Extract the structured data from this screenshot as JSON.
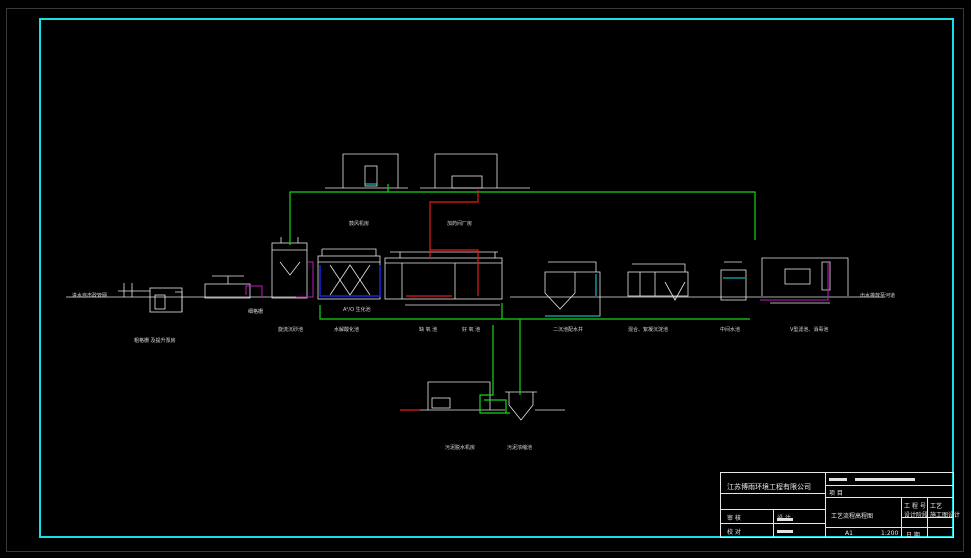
{
  "drawing": {
    "title": "工艺流程高程图",
    "company": "江苏博雨环境工程有限公司"
  },
  "units": {
    "u1": "粗格栅 及提升泵房",
    "u2": "细格栅",
    "u3": "旋流沉砂池",
    "u4": "水解酸化池",
    "u5": "A²/O 生化池",
    "u6": "缺 氧 池",
    "u7": "好 氧 池",
    "u8": "二沉池配水井",
    "u9": "混合、絮凝沉淀池",
    "u10": "中间水池",
    "u11": "V型滤池、消毒池",
    "u12": "鼓风机房",
    "u13": "加药间厂房",
    "u14": "污泥脱水机房",
    "u15": "污泥浓缩池",
    "inlet": "进水自市政管网",
    "outlet": "出水排放至河道"
  },
  "title_block": {
    "approve": "审 核",
    "design": "设 计",
    "check": "校 对",
    "drawing_no": "工 程 号",
    "stage": "施工图设计",
    "scale": "1:200",
    "sheet": "A1",
    "date": "日 期",
    "project": "项 目",
    "phase": "设计阶段",
    "discipline": "工艺"
  },
  "colors": {
    "frame": "#16dfe6",
    "structure": "#e6e6e6",
    "water": "#19d419",
    "sludge": "#e61919",
    "air": "#1a23e6",
    "chem": "#c41ac4",
    "cyan": "#17e0e6"
  }
}
